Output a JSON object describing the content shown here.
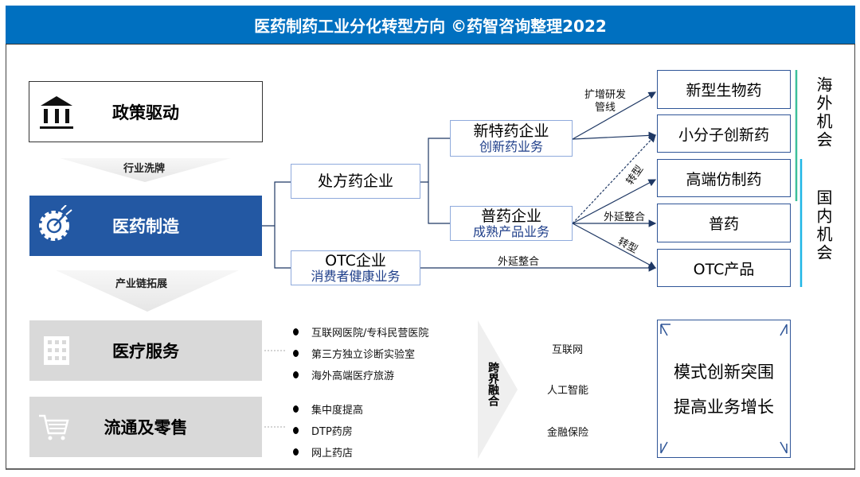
{
  "title": "医药制药工业分化转型方向 ©药智咨询整理2022",
  "left": {
    "policy": "政策驱动",
    "shuffle": "行业洗牌",
    "manufacturing": "医药制造",
    "extend": "产业链拓展",
    "medical": "医疗服务",
    "retail": "流通及零售"
  },
  "enterprises": {
    "rx": "处方药企业",
    "otc_name": "OTC企业",
    "otc_sub": "消费者健康业务",
    "new_name": "新特药企业",
    "new_sub": "创新药业务",
    "generic_name": "普药企业",
    "generic_sub": "成熟产品业务"
  },
  "edges": {
    "pipeline": "扩增研发\n管线",
    "transform1": "转型",
    "extend1": "外延整合",
    "transform2": "转型",
    "extend2": "外延整合"
  },
  "targets": [
    "新型生物药",
    "小分子创新药",
    "高端仿制药",
    "普药",
    "OTC产品"
  ],
  "groups": {
    "overseas": "海外机会",
    "domestic": "国内机会"
  },
  "medical_items": [
    "互联网医院/专科民营医院",
    "第三方独立诊断实验室",
    "海外高端医疗旅游"
  ],
  "retail_items": [
    "集中度提高",
    "DTP药房",
    "网上药店"
  ],
  "crossover": "跨界融合",
  "cross_items": [
    "互联网",
    "人工智能",
    "金融保险"
  ],
  "outcome": [
    "模式创新突围",
    "提高业务增长"
  ],
  "colors": {
    "header": "#0070c0",
    "manufacturing": "#2358a3",
    "gray": "#d9d9d9",
    "green": "#3cbf9a",
    "cyan": "#1fb6e6"
  }
}
